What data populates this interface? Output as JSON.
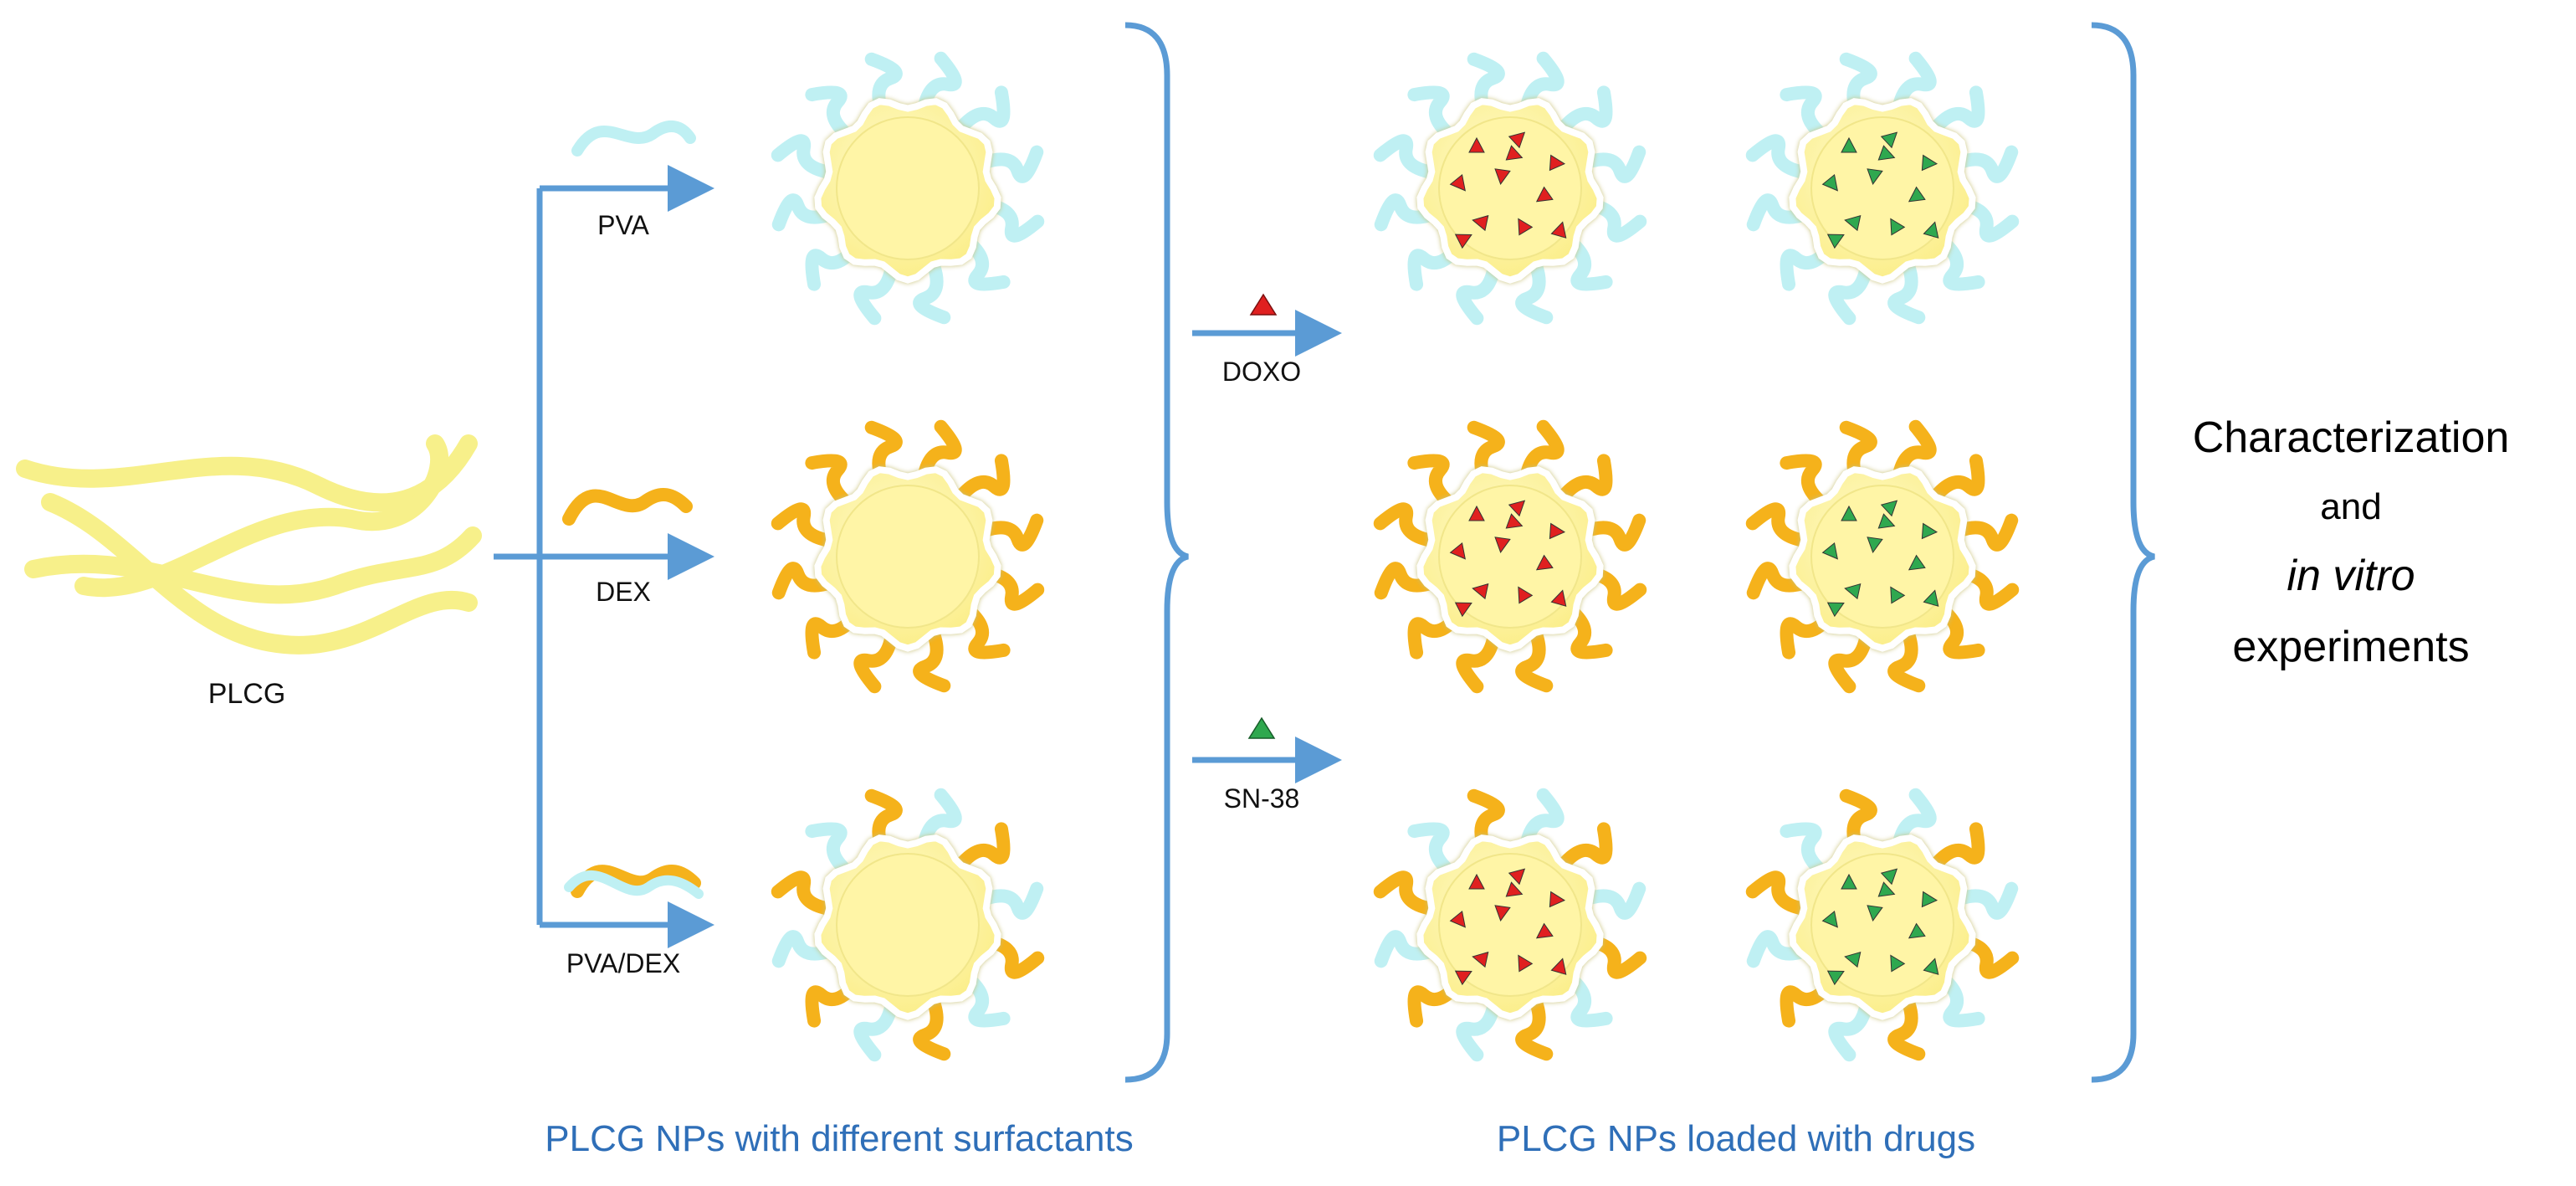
{
  "colors": {
    "arrow": "#5b9bd5",
    "core": "#fff5a6",
    "polymer": "#f7f08a",
    "pva": "#bff0f3",
    "dex": "#f5b21b",
    "doxo": "#e02020",
    "sn38": "#2fa84f",
    "caption": "#2f6fb8"
  },
  "labels": {
    "plcg": "PLCG",
    "pva": "PVA",
    "dex": "DEX",
    "pvadex": "PVA/DEX",
    "doxo": "DOXO",
    "sn38": "SN-38"
  },
  "captions": {
    "left": "PLCG NPs with different surfactants",
    "right": "PLCG NPs loaded with drugs"
  },
  "result": {
    "line1": "Characterization",
    "line2": "and",
    "line3": "in vitro",
    "line4": "experiments"
  },
  "nanoparticles": {
    "unloaded": [
      {
        "surfactant": "PVA",
        "drug": "none"
      },
      {
        "surfactant": "DEX",
        "drug": "none"
      },
      {
        "surfactant": "PVA/DEX",
        "drug": "none"
      }
    ],
    "loaded": [
      {
        "surfactant": "PVA",
        "drug": "DOXO"
      },
      {
        "surfactant": "PVA",
        "drug": "SN-38"
      },
      {
        "surfactant": "DEX",
        "drug": "DOXO"
      },
      {
        "surfactant": "DEX",
        "drug": "SN-38"
      },
      {
        "surfactant": "PVA/DEX",
        "drug": "DOXO"
      },
      {
        "surfactant": "PVA/DEX",
        "drug": "SN-38"
      }
    ]
  }
}
